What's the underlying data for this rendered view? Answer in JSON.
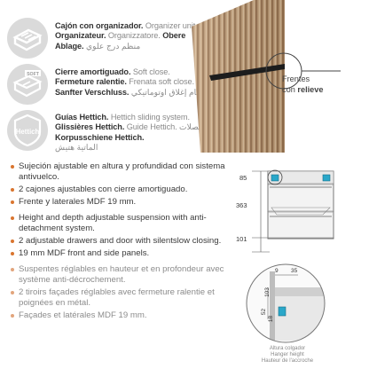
{
  "features": [
    {
      "icon": "drawer-organizer-icon",
      "line1_bold": "Cajón con organizador.",
      "line1_lite": "Organizer unit.",
      "line2_bold": "Organizateur.",
      "line2_lite": "Organizzatore.",
      "line2_bold2": "Obere",
      "line3_bold": "Ablage.",
      "line3_lite": "منظم درج علوي"
    },
    {
      "icon": "soft-close-icon",
      "badge": "SOFT",
      "line1_bold": "Cierre amortiguado.",
      "line1_lite": "Soft close.",
      "line2_bold": "Fermeture ralentie.",
      "line2_lite": "Frenata soft close.",
      "line3_bold": "Sanfter Verschluss.",
      "line3_lite": "نظام إغلاق اوتوماتيكي"
    },
    {
      "icon": "hettich-icon",
      "badge": "Hettich",
      "line1_bold": "Guías Hettich.",
      "line1_lite": "Hettich sliding system.",
      "line2_bold": "Glissières Hettich.",
      "line2_lite": "Guide Hettich.",
      "line2_lite2": "مفصلات",
      "line3_bold": "Korpusschiene Hettich.",
      "line3_lite": "الماتية هتيش"
    }
  ],
  "callout": {
    "line1": "Frentes",
    "line2_pre": "con",
    "line2_bold": "relieve"
  },
  "bullets": {
    "es": [
      "Sujeción ajustable en altura y profundidad con sistema antivuelco.",
      "2 cajones ajustables con cierre amortiguado.",
      "Frente y laterales MDF 19 mm."
    ],
    "en": [
      "Height and depth adjustable suspension with anti-detachment system.",
      "2 adjustable drawers and door with silentslow closing.",
      "19 mm MDF front and side panels."
    ],
    "fr": [
      "Suspentes réglables en hauteur et en profondeur avec système anti-décrochement.",
      "2 tiroirs façades réglables avec fermeture ralentie et poignées en métal.",
      "Façades et latérales MDF 19 mm."
    ]
  },
  "dimensions": {
    "top": "85",
    "middle": "363",
    "bottom": "101"
  },
  "detail": {
    "d1": "9",
    "d2": "35",
    "d3": "103",
    "d4": "52",
    "d5": "18"
  },
  "caption": {
    "es": "Altura colgador",
    "en": "Hanger height",
    "fr": "Hauteur de l'accroche"
  },
  "colors": {
    "accent": "#d9752f",
    "circle": "#dadada",
    "wood": "#b8926c",
    "highlight": "#2aa7c9"
  }
}
